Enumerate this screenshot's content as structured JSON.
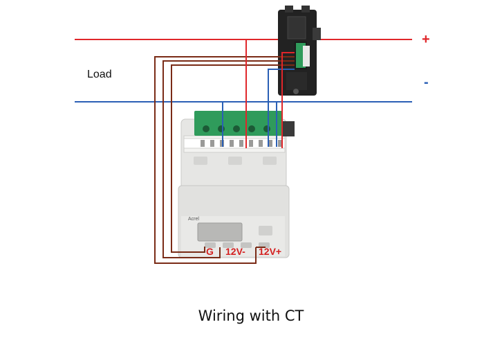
{
  "diagram": {
    "load_label": "Load",
    "plus_label": "+",
    "minus_label": "-",
    "terminal_g": "G",
    "terminal_12v_minus": "12V-",
    "terminal_12v_plus": "12V+",
    "brand_label": "Acrel",
    "caption": "Wiring with CT"
  },
  "colors": {
    "positive_wire": "#e0262a",
    "negative_wire": "#2a5fb5",
    "signal_wire": "#7a2b16",
    "terminal_text": "#d42020",
    "terminal_green": "#2f9b5b",
    "meter_body": "#e4e4e2",
    "ct_body": "#1f1f1f"
  }
}
